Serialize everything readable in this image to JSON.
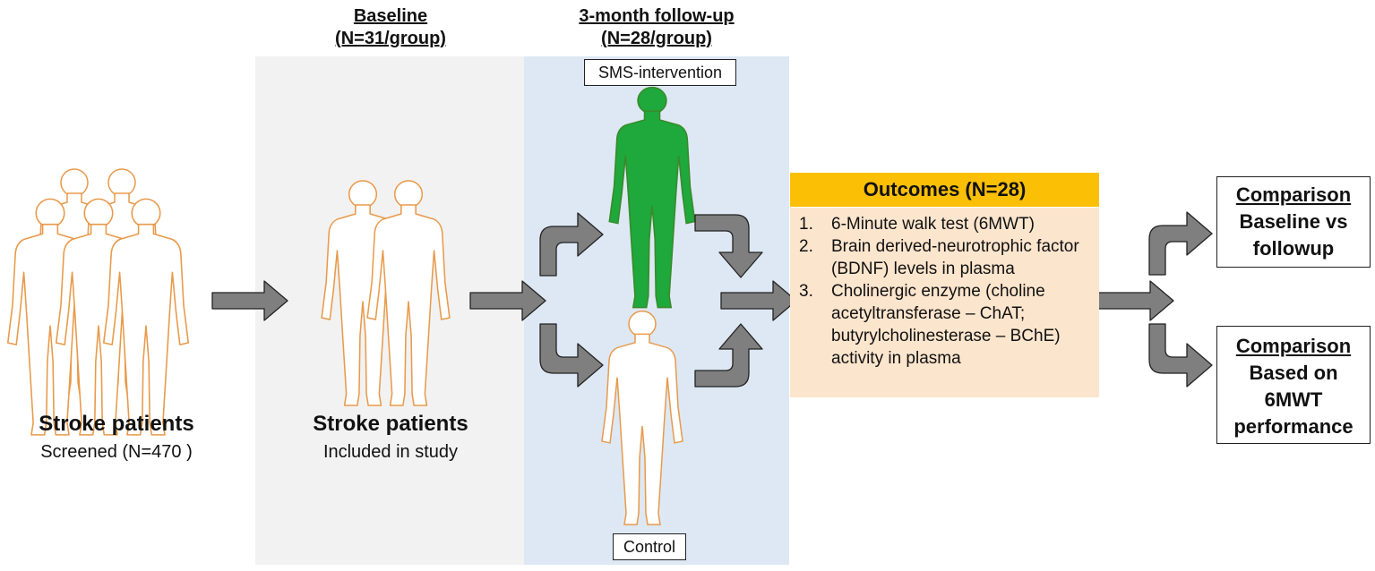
{
  "columns": {
    "baseline": {
      "title": "Baseline",
      "n": "(N=31/group)"
    },
    "followup": {
      "title": "3-month follow-up",
      "n": "(N=28/group)"
    }
  },
  "groups": {
    "intervention": "SMS-intervention",
    "control": "Control"
  },
  "screened": {
    "title": "Stroke patients",
    "subtitle": "Screened (N=470 )"
  },
  "included": {
    "title": "Stroke patients",
    "subtitle": "Included in study"
  },
  "outcomes": {
    "title": "Outcomes (N=28)",
    "items": [
      {
        "num": "1.",
        "text": "6-Minute walk test (6MWT)"
      },
      {
        "num": "2.",
        "text": "Brain derived-neurotrophic factor (BDNF) levels in plasma"
      },
      {
        "num": "3.",
        "text": "Cholinergic enzyme (choline acetyltransferase – ChAT; butyrylcholinesterase – BChE) activity in plasma"
      }
    ]
  },
  "comparisons": [
    {
      "title": "Comparison",
      "lines": [
        "Baseline vs",
        "followup"
      ]
    },
    {
      "title": "Comparison",
      "lines": [
        "Based on",
        "6MWT",
        "performance"
      ]
    }
  ],
  "colors": {
    "outline_orange": "#e89a4a",
    "intervention_green": "#1fa83c",
    "arrow_gray": "#7f7f7f",
    "outcomes_header": "#fbbf06",
    "outcomes_body": "#fce5cd",
    "baseline_panel": "#f2f2f2",
    "followup_panel": "#dde8f4"
  }
}
